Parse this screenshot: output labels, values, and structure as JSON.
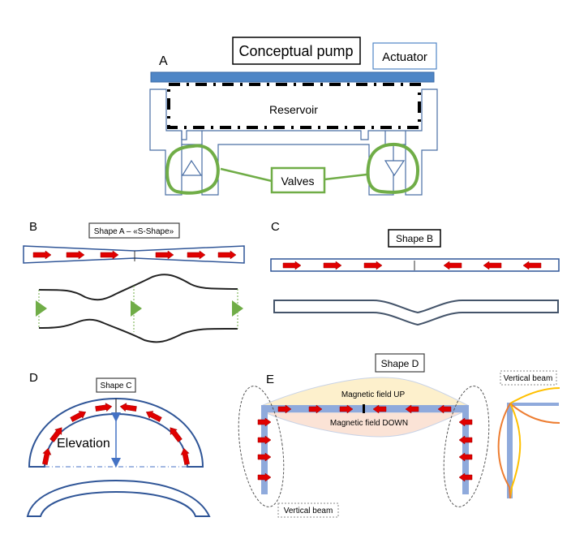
{
  "panels": {
    "a": {
      "letter": "A",
      "title": "Conceptual pump",
      "actuator_label": "Actuator",
      "reservoir_label": "Reservoir",
      "valves_label": "Valves"
    },
    "b": {
      "letter": "B",
      "title": "Shape A – «S-Shape»",
      "arrows_left": [
        "right",
        "right",
        "right"
      ],
      "arrows_right": [
        "right",
        "right",
        "right"
      ]
    },
    "c": {
      "letter": "C",
      "title": "Shape B",
      "arrows_left": [
        "right",
        "right",
        "right"
      ],
      "arrows_right": [
        "left",
        "left",
        "left"
      ]
    },
    "d": {
      "letter": "D",
      "title": "Shape C",
      "elevation_label": "Elevation"
    },
    "e": {
      "letter": "E",
      "title": "Shape D",
      "field_up_label": "Magnetic field UP",
      "field_down_label": "Magnetic field DOWN",
      "vertical_beam_label": "Vertical beam",
      "vertical_beam_inset_label": "Vertical beam"
    }
  },
  "colors": {
    "blue_outline": "#4a6fa5",
    "actuator_blue": "#4f86c6",
    "beam_blue": "#8faadc",
    "valve_green": "#70ad47",
    "arrow_red": "#e00000",
    "field_up": "#fdf0cc",
    "field_down": "#fbe3d6",
    "curve_yellow": "#ffc000",
    "curve_orange": "#ed7d31"
  }
}
